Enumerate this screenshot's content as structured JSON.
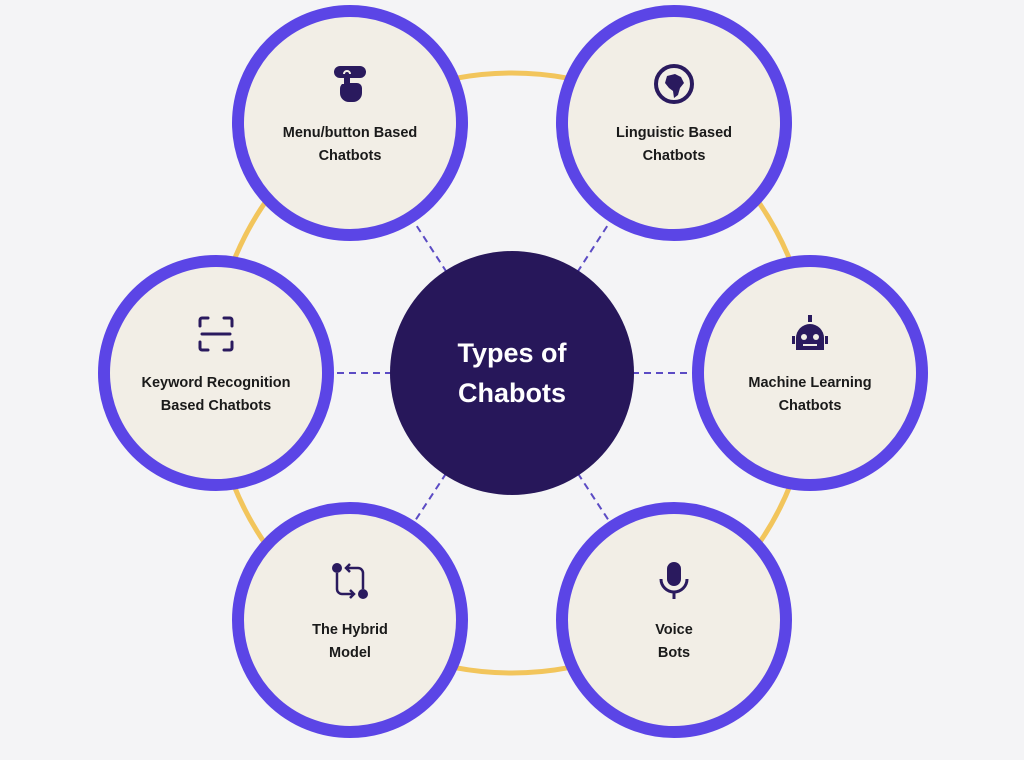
{
  "title": "Types of\nChabots",
  "colors": {
    "ring": "#f2c55c",
    "node_border": "#5b45e6",
    "node_fill": "#f2eee6",
    "center_fill": "#27175a",
    "icon": "#2a1a5e",
    "connector": "#5b4bc4"
  },
  "nodes": [
    {
      "label": "Menu/button Based\nChatbots",
      "icon": "tap-finger-icon"
    },
    {
      "label": "Linguistic Based\nChatbots",
      "icon": "globe-icon"
    },
    {
      "label": "Keyword Recognition\nBased Chatbots",
      "icon": "scan-icon"
    },
    {
      "label": "Machine Learning\nChatbots",
      "icon": "robot-icon"
    },
    {
      "label": "The Hybrid\nModel",
      "icon": "git-compare-icon"
    },
    {
      "label": "Voice\nBots",
      "icon": "microphone-icon"
    }
  ]
}
